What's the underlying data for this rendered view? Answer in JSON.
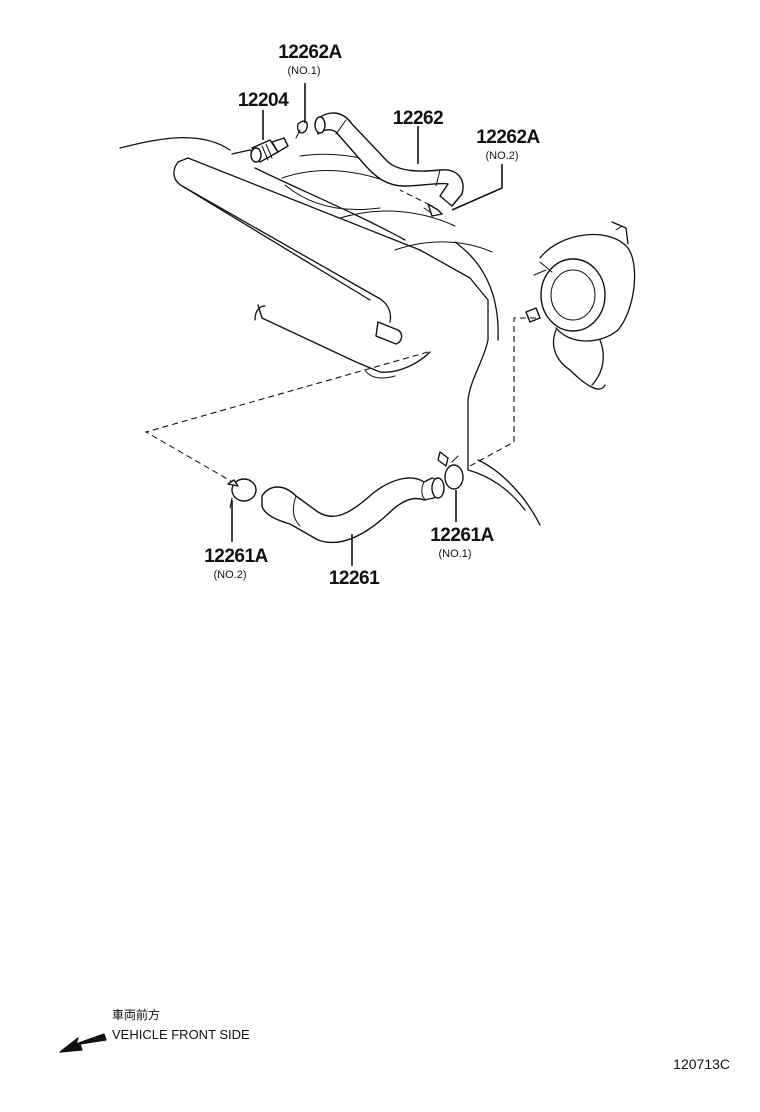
{
  "diagram": {
    "callouts": [
      {
        "part_no": "12262A",
        "sub": "(NO.1)"
      },
      {
        "part_no": "12204",
        "sub": ""
      },
      {
        "part_no": "12262",
        "sub": ""
      },
      {
        "part_no": "12262A",
        "sub": "(NO.2)"
      },
      {
        "part_no": "12261A",
        "sub": "(NO.2)"
      },
      {
        "part_no": "12261A",
        "sub": "(NO.1)"
      },
      {
        "part_no": "12261",
        "sub": ""
      }
    ],
    "direction": {
      "label_jp": "車両前方",
      "label_en": "VEHICLE FRONT SIDE",
      "icon": "arrow-left-down-icon"
    },
    "illustration_code": "120713C"
  }
}
